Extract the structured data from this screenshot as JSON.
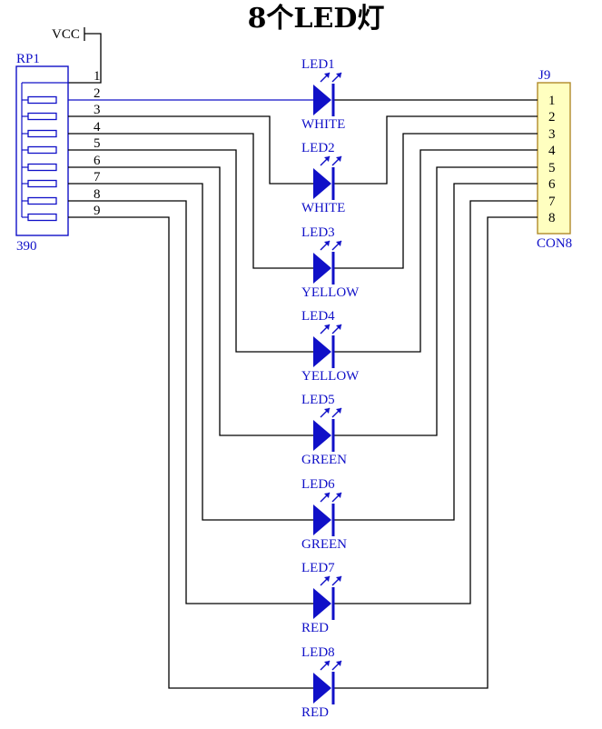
{
  "title": "8个LED灯",
  "vcc_label": "VCC",
  "resistor_pack": {
    "ref": "RP1",
    "value": "390",
    "pins": [
      "1",
      "2",
      "3",
      "4",
      "5",
      "6",
      "7",
      "8",
      "9"
    ]
  },
  "connector": {
    "ref": "J9",
    "value": "CON8",
    "pins": [
      "1",
      "2",
      "3",
      "4",
      "5",
      "6",
      "7",
      "8"
    ]
  },
  "leds": [
    {
      "ref": "LED1",
      "color": "WHITE"
    },
    {
      "ref": "LED2",
      "color": "WHITE"
    },
    {
      "ref": "LED3",
      "color": "YELLOW"
    },
    {
      "ref": "LED4",
      "color": "YELLOW"
    },
    {
      "ref": "LED5",
      "color": "GREEN"
    },
    {
      "ref": "LED6",
      "color": "GREEN"
    },
    {
      "ref": "LED7",
      "color": "RED"
    },
    {
      "ref": "LED8",
      "color": "RED"
    }
  ],
  "colors": {
    "component": "#1010c8",
    "wire": "#000000",
    "connector_fill": "#ffffc0",
    "connector_border": "#b08a2a",
    "connector_text": "#000000"
  }
}
